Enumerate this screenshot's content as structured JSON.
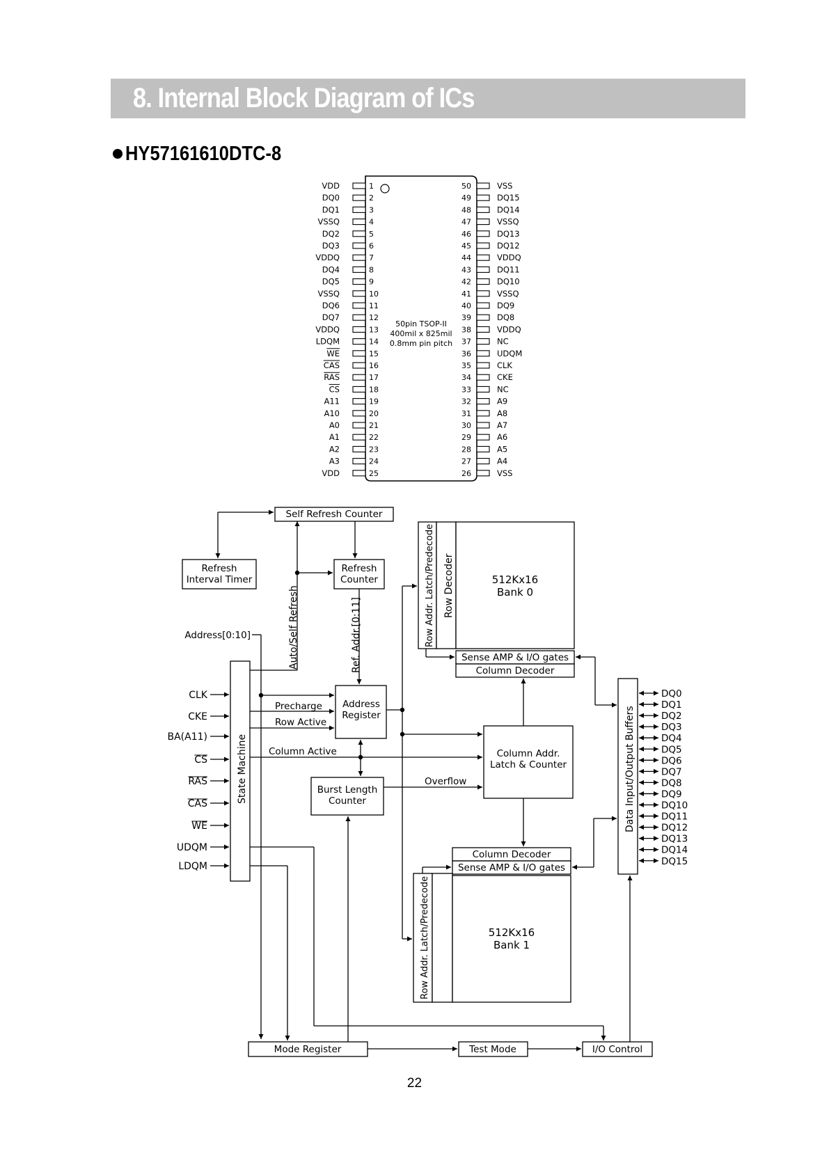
{
  "header": {
    "title": "8. Internal Block Diagram of ICs"
  },
  "section": {
    "heading": "HY57161610DTC-8"
  },
  "package": {
    "description": [
      "50pin TSOP-II",
      "400mil x 825mil",
      "0.8mm pin pitch"
    ],
    "left_pins": [
      {
        "num": "1",
        "name": "VDD"
      },
      {
        "num": "2",
        "name": "DQ0"
      },
      {
        "num": "3",
        "name": "DQ1"
      },
      {
        "num": "4",
        "name": "VSSQ"
      },
      {
        "num": "5",
        "name": "DQ2"
      },
      {
        "num": "6",
        "name": "DQ3"
      },
      {
        "num": "7",
        "name": "VDDQ"
      },
      {
        "num": "8",
        "name": "DQ4"
      },
      {
        "num": "9",
        "name": "DQ5"
      },
      {
        "num": "10",
        "name": "VSSQ"
      },
      {
        "num": "11",
        "name": "DQ6"
      },
      {
        "num": "12",
        "name": "DQ7"
      },
      {
        "num": "13",
        "name": "VDDQ"
      },
      {
        "num": "14",
        "name": "LDQM"
      },
      {
        "num": "15",
        "name": "WE",
        "overline": true
      },
      {
        "num": "16",
        "name": "CAS",
        "overline": true
      },
      {
        "num": "17",
        "name": "RAS",
        "overline": true
      },
      {
        "num": "18",
        "name": "CS",
        "overline": true
      },
      {
        "num": "19",
        "name": "A11"
      },
      {
        "num": "20",
        "name": "A10"
      },
      {
        "num": "21",
        "name": "A0"
      },
      {
        "num": "22",
        "name": "A1"
      },
      {
        "num": "23",
        "name": "A2"
      },
      {
        "num": "24",
        "name": "A3"
      },
      {
        "num": "25",
        "name": "VDD"
      }
    ],
    "right_pins": [
      {
        "num": "50",
        "name": "VSS"
      },
      {
        "num": "49",
        "name": "DQ15"
      },
      {
        "num": "48",
        "name": "DQ14"
      },
      {
        "num": "47",
        "name": "VSSQ"
      },
      {
        "num": "46",
        "name": "DQ13"
      },
      {
        "num": "45",
        "name": "DQ12"
      },
      {
        "num": "44",
        "name": "VDDQ"
      },
      {
        "num": "43",
        "name": "DQ11"
      },
      {
        "num": "42",
        "name": "DQ10"
      },
      {
        "num": "41",
        "name": "VSSQ"
      },
      {
        "num": "40",
        "name": "DQ9"
      },
      {
        "num": "39",
        "name": "DQ8"
      },
      {
        "num": "38",
        "name": "VDDQ"
      },
      {
        "num": "37",
        "name": "NC"
      },
      {
        "num": "36",
        "name": "UDQM"
      },
      {
        "num": "35",
        "name": "CLK"
      },
      {
        "num": "34",
        "name": "CKE"
      },
      {
        "num": "33",
        "name": "NC"
      },
      {
        "num": "32",
        "name": "A9"
      },
      {
        "num": "31",
        "name": "A8"
      },
      {
        "num": "30",
        "name": "A7"
      },
      {
        "num": "29",
        "name": "A6"
      },
      {
        "num": "28",
        "name": "A5"
      },
      {
        "num": "27",
        "name": "A4"
      },
      {
        "num": "26",
        "name": "VSS"
      }
    ]
  },
  "block_diagram": {
    "self_refresh_counter": "Self Refresh Counter",
    "refresh_interval_timer": [
      "Refresh",
      "Interval Timer"
    ],
    "refresh_counter": [
      "Refresh",
      "Counter"
    ],
    "auto_self_refresh": "Auto/Self Refresh",
    "ref_addr": "Ref. Addr.[0:11]",
    "address_input": "Address[0:10]",
    "address_register": [
      "Address",
      "Register"
    ],
    "precharge": "Precharge",
    "row_active": "Row Active",
    "column_active": "Column Active",
    "overflow": "Overflow",
    "state_machine": "State Machine",
    "burst_length_counter": [
      "Burst Length",
      "Counter"
    ],
    "column_addr_latch": [
      "Column Addr.",
      "Latch & Counter"
    ],
    "row_addr_latch": "Row Addr. Latch/Predecode",
    "row_decoder": "Row Decoder",
    "bank0": [
      "512Kx16",
      "Bank 0"
    ],
    "bank1": [
      "512Kx16",
      "Bank 1"
    ],
    "sense_amp": "Sense AMP & I/O gates",
    "column_decoder": "Column Decoder",
    "data_buffers": "Data Input/Output Buffers",
    "mode_register": "Mode Register",
    "test_mode": "Test Mode",
    "io_control": "I/O Control",
    "control_inputs": [
      {
        "name": "CLK"
      },
      {
        "name": "CKE"
      },
      {
        "name": "BA(A11)"
      },
      {
        "name": "CS",
        "overline": true
      },
      {
        "name": "RAS",
        "overline": true
      },
      {
        "name": "CAS",
        "overline": true
      },
      {
        "name": "WE",
        "overline": true
      },
      {
        "name": "UDQM"
      },
      {
        "name": "LDQM"
      }
    ],
    "dq_outputs": [
      "DQ0",
      "DQ1",
      "DQ2",
      "DQ3",
      "DQ4",
      "DQ5",
      "DQ6",
      "DQ7",
      "DQ8",
      "DQ9",
      "DQ10",
      "DQ11",
      "DQ12",
      "DQ13",
      "DQ14",
      "DQ15"
    ]
  },
  "footer": {
    "page_number": "22"
  }
}
